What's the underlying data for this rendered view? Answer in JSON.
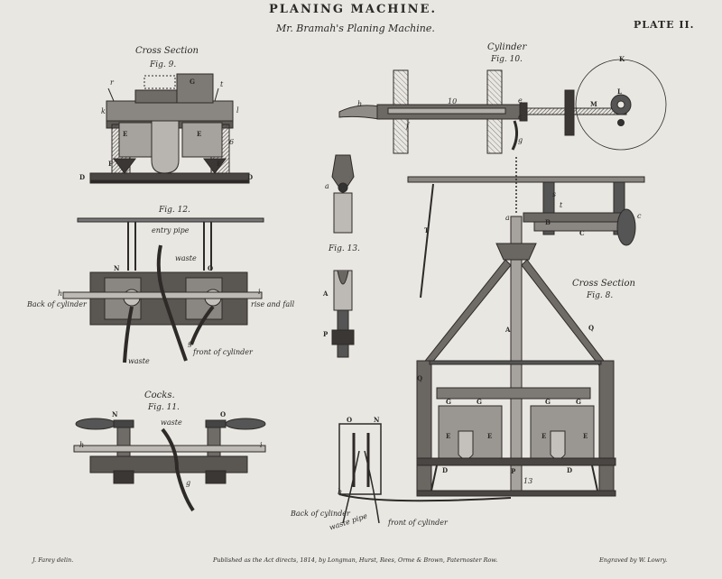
{
  "plate": {
    "title": "PLANING MACHINE.",
    "subtitle": "Mr. Bramah's Planing Machine.",
    "plate_number": "PLATE II.",
    "credit_left": "J. Farey delin.",
    "credit_center": "Published as the Act directs, 1814, by Longman, Hurst, Rees, Orme & Brown, Paternoster Row.",
    "credit_right": "Engraved by W. Lowry."
  },
  "figures": {
    "fig9": {
      "caption": "Cross Section",
      "number": "Fig. 9."
    },
    "fig10": {
      "caption": "Cylinder",
      "number": "Fig. 10."
    },
    "fig12": {
      "number": "Fig. 12."
    },
    "fig13": {
      "number": "Fig. 13."
    },
    "fig11": {
      "caption": "Cocks.",
      "number": "Fig. 11."
    },
    "fig8": {
      "caption": "Cross Section",
      "number": "Fig. 8."
    }
  },
  "labels": {
    "entry_pipe": "entry pipe",
    "waste": "waste",
    "back_of_cylinder": "Back of cylinder",
    "rise_and_fall": "rise and fall",
    "front_of_cylinder": "front of cylinder",
    "waste_pipe": "waste pipe"
  },
  "letters": {
    "r": "r",
    "t": "t",
    "G": "G",
    "F": "F",
    "E": "E",
    "D": "D",
    "k": "k",
    "l": "l",
    "six": "6",
    "h": "h",
    "i": "i",
    "g": "g",
    "N": "N",
    "O": "O",
    "K": "K",
    "L": "L",
    "M": "M",
    "f": "f",
    "c": "c",
    "e": "e",
    "ten": "10",
    "a": "a",
    "A": "A",
    "P": "P",
    "s": "s",
    "T": "T",
    "B": "B",
    "C": "C",
    "Q": "Q",
    "thirteen": "13"
  }
}
